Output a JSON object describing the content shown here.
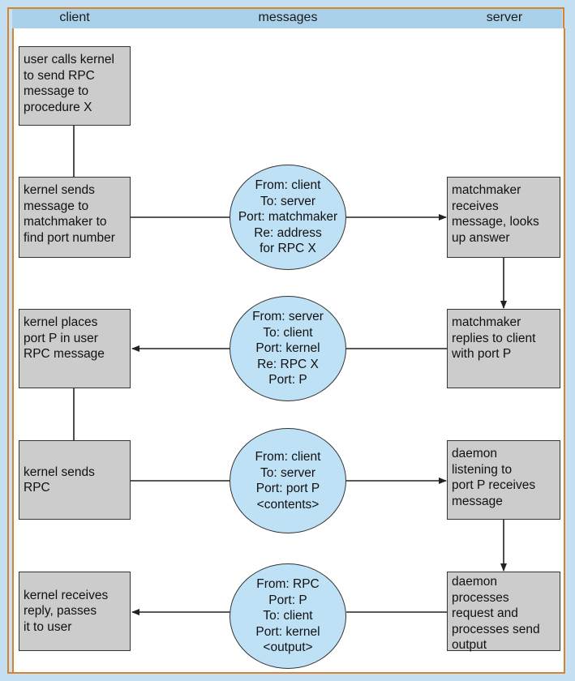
{
  "header": {
    "client": "client",
    "messages": "messages",
    "server": "server"
  },
  "client_steps": [
    "user calls kernel\nto send RPC\nmessage to\nprocedure X",
    "kernel sends\nmessage to\nmatchmaker to\nfind port number",
    "kernel places\nport P in user\nRPC message",
    "kernel sends\nRPC",
    "kernel receives\nreply, passes\nit to user"
  ],
  "messages": [
    "From: client\nTo: server\nPort: matchmaker\nRe: address\nfor RPC X",
    "From: server\nTo: client\nPort: kernel\nRe: RPC X\nPort: P",
    "From: client\nTo: server\nPort: port P\n<contents>",
    "From: RPC\nPort: P\nTo: client\nPort: kernel\n<output>"
  ],
  "server_steps": [
    "matchmaker\nreceives\nmessage, looks\nup answer",
    "matchmaker\nreplies to client\nwith port P",
    "daemon\nlistening to\nport P receives\nmessage",
    "daemon\nprocesses\nrequest and\nprocesses send\noutput"
  ],
  "colors": {
    "border": "#d8822e",
    "header": "#a9d1ea",
    "box": "#cccccc",
    "circle": "#bfe1f6"
  }
}
